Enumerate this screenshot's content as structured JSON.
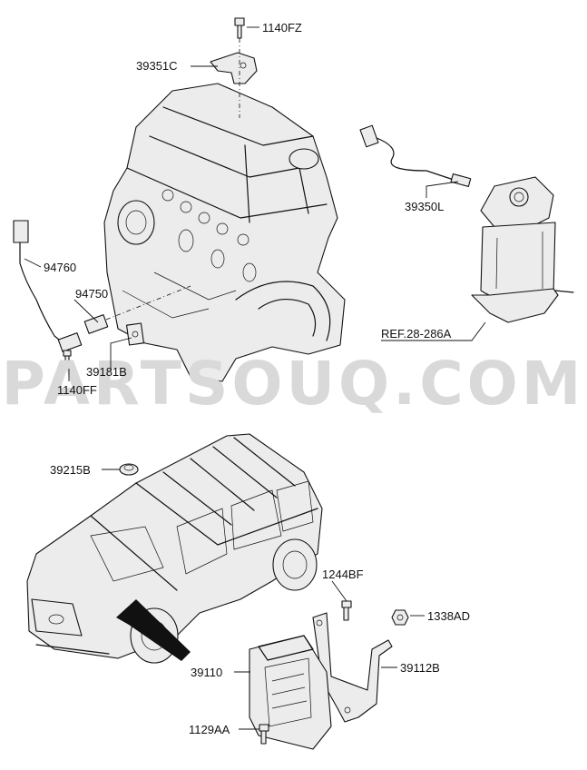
{
  "watermark": "PARTSOUQ.COM",
  "labels": {
    "p1140FZ": "1140FZ",
    "p39351C": "39351C",
    "p39350L": "39350L",
    "p94760": "94760",
    "p94750": "94750",
    "p39181B": "39181B",
    "p1140FF": "1140FF",
    "pREF": "REF.28-286A",
    "p39215B": "39215B",
    "p1244BF": "1244BF",
    "p1338AD": "1338AD",
    "p39112B": "39112B",
    "p39110": "39110",
    "p1129AA": "1129AA"
  }
}
